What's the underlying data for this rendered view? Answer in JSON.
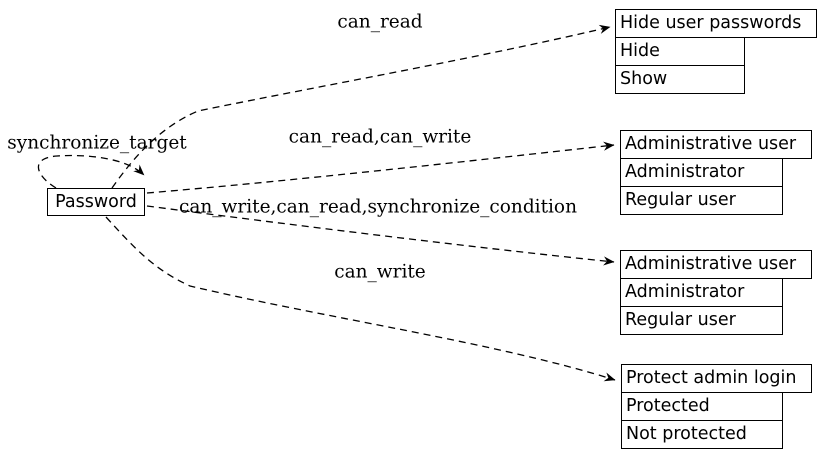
{
  "diagram": {
    "background_color": "#ffffff",
    "stroke_color": "#000000",
    "password_node": {
      "label": "Password"
    },
    "edge_labels": {
      "can_read": "can_read",
      "synchronize_target": "synchronize_target",
      "can_read_can_write": "can_read,can_write",
      "can_write_can_read_sync": "can_write,can_read,synchronize_condition",
      "can_write": "can_write"
    },
    "tables": [
      {
        "header": "Hide user passwords",
        "rows": [
          "Hide",
          "Show"
        ]
      },
      {
        "header": "Administrative user",
        "rows": [
          "Administrator",
          "Regular user"
        ]
      },
      {
        "header": "Administrative user",
        "rows": [
          "Administrator",
          "Regular user"
        ]
      },
      {
        "header": "Protect admin login",
        "rows": [
          "Protected",
          "Not protected"
        ]
      }
    ]
  }
}
